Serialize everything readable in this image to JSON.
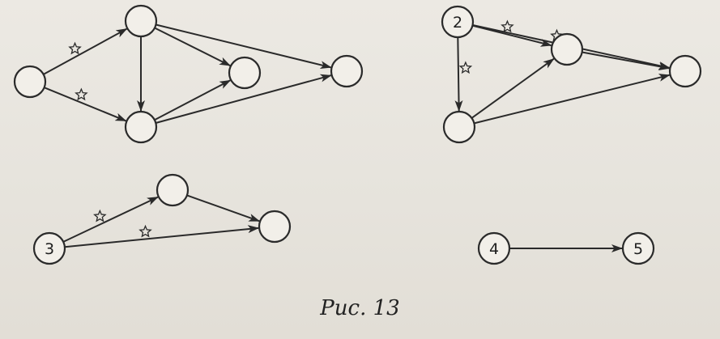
{
  "caption": "Рис. 13",
  "colors": {
    "ink": "#2a2a2a",
    "paper": "#ece9e3"
  },
  "diagrams": [
    {
      "id": "graph-1",
      "nodes": [
        {
          "id": "a",
          "label": ""
        },
        {
          "id": "b",
          "label": ""
        },
        {
          "id": "c",
          "label": ""
        },
        {
          "id": "d",
          "label": ""
        },
        {
          "id": "e",
          "label": ""
        }
      ],
      "edges": [
        {
          "from": "a",
          "to": "b",
          "starred": true
        },
        {
          "from": "a",
          "to": "c",
          "starred": true
        },
        {
          "from": "b",
          "to": "c",
          "starred": false
        },
        {
          "from": "b",
          "to": "d",
          "starred": false
        },
        {
          "from": "b",
          "to": "e",
          "starred": false
        },
        {
          "from": "c",
          "to": "d",
          "starred": false
        },
        {
          "from": "c",
          "to": "e",
          "starred": false
        }
      ]
    },
    {
      "id": "graph-2",
      "nodes": [
        {
          "id": "n2",
          "label": "2"
        },
        {
          "id": "f",
          "label": ""
        },
        {
          "id": "g",
          "label": ""
        },
        {
          "id": "h",
          "label": ""
        }
      ],
      "edges": [
        {
          "from": "n2",
          "to": "f",
          "starred": true
        },
        {
          "from": "n2",
          "to": "g",
          "starred": true
        },
        {
          "from": "n2",
          "to": "h",
          "starred": true
        },
        {
          "from": "f",
          "to": "h",
          "starred": false
        },
        {
          "from": "g",
          "to": "f",
          "starred": false
        },
        {
          "from": "g",
          "to": "h",
          "starred": false
        }
      ]
    },
    {
      "id": "graph-3",
      "nodes": [
        {
          "id": "n3",
          "label": "3"
        },
        {
          "id": "i",
          "label": ""
        },
        {
          "id": "j",
          "label": ""
        }
      ],
      "edges": [
        {
          "from": "n3",
          "to": "i",
          "starred": true
        },
        {
          "from": "n3",
          "to": "j",
          "starred": true
        },
        {
          "from": "i",
          "to": "j",
          "starred": false
        }
      ]
    },
    {
      "id": "graph-4",
      "nodes": [
        {
          "id": "n4",
          "label": "4"
        },
        {
          "id": "n5",
          "label": "5"
        }
      ],
      "edges": [
        {
          "from": "n4",
          "to": "n5",
          "starred": false
        }
      ]
    }
  ]
}
